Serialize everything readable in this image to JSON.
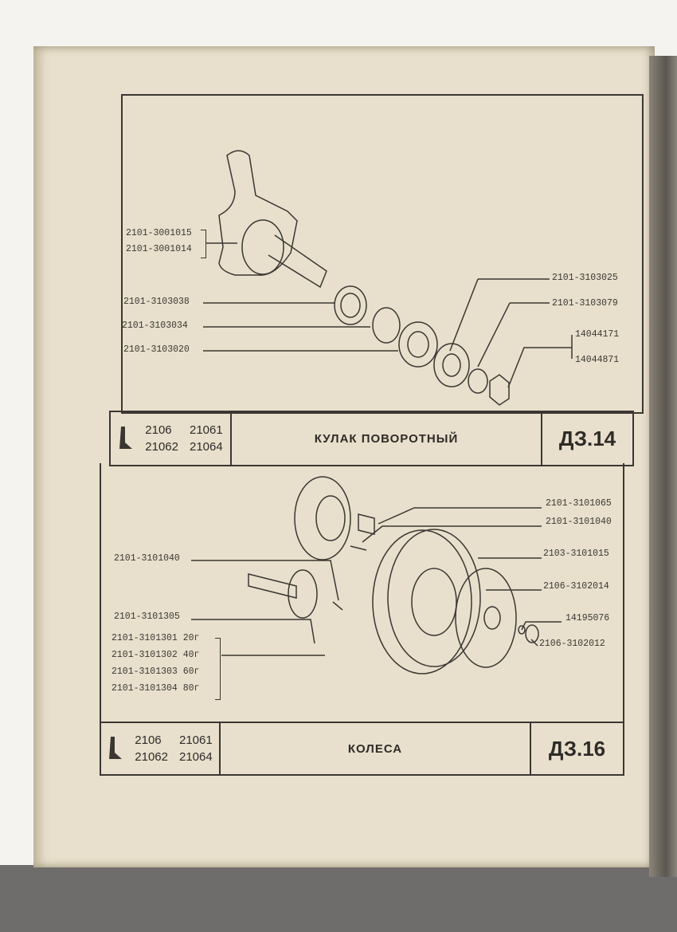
{
  "sections": [
    {
      "models": [
        "2106",
        "21061",
        "21062",
        "21064"
      ],
      "title": "КУЛАК ПОВОРОТНЫЙ",
      "code": "ДЗ.14",
      "labels": {
        "l1": "2101-3001015",
        "l2": "2101-3001014",
        "l3": "2101-3103038",
        "l4": "2101-3103034",
        "l5": "2101-3103020",
        "r1": "2101-3103025",
        "r2": "2101-3103079",
        "r3": "14044171",
        "r4": "14044871"
      }
    },
    {
      "models": [
        "2106",
        "21061",
        "21062",
        "21064"
      ],
      "title": "КОЛЕСА",
      "code": "ДЗ.16",
      "labels": {
        "r1": "2101-3101065",
        "r2": "2101-3101040",
        "r3": "2103-3101015",
        "r4": "2106-3102014",
        "r5": "14195076",
        "r6": "2106-3102012",
        "l1": "2101-3101040",
        "l2": "2101-3101305",
        "l3": "2101-3101301 20г",
        "l4": "2101-3101302 40г",
        "l5": "2101-3101303 60г",
        "l6": "2101-3101304 80г"
      }
    }
  ]
}
